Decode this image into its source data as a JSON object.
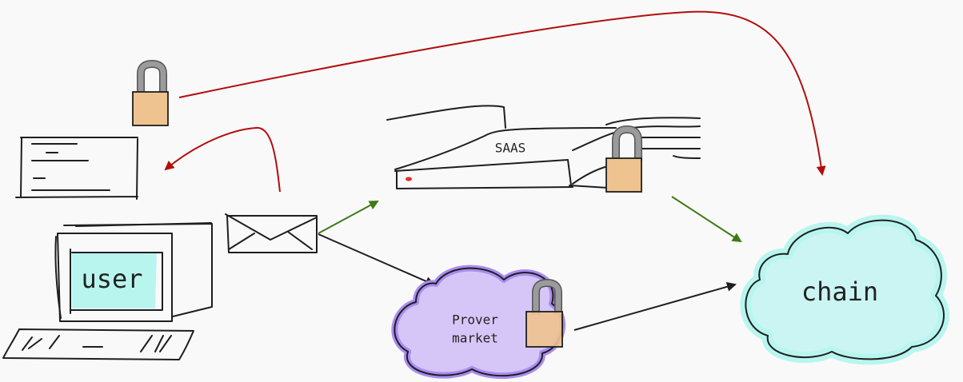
{
  "labels": {
    "user": "user",
    "saas": "SAAS",
    "prover_line1": "Prover",
    "prover_line2": "market",
    "chain": "chain"
  },
  "colors": {
    "ink": "#1e1e1e",
    "red_arrow": "#b30d0d",
    "green_arrow": "#3d7a17",
    "user_screen": "#b9f5ef",
    "chain_fill": "#a6f2ee",
    "prover_fill": "#b99cf5",
    "lock_body": "#efc38f",
    "lock_shackle": "#9b9b9b",
    "indicator": "#e03131"
  }
}
